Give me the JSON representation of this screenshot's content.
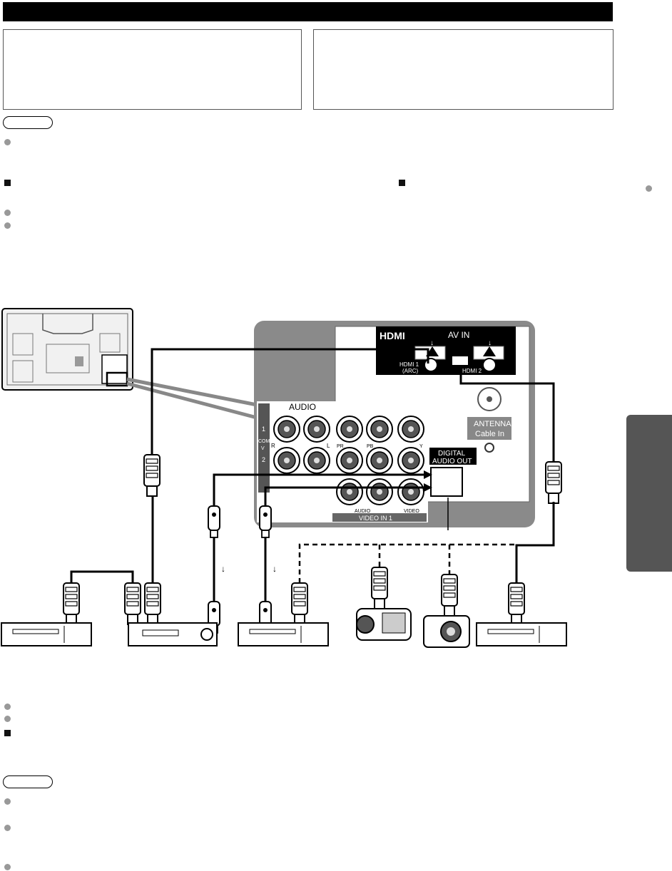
{
  "panel": {
    "hdmi_logo": "HDMI",
    "av_in": "AV IN",
    "hdmi1_label": "HDMI 1",
    "hdmi1_arc": "(ARC)",
    "hdmi2_label": "HDMI 2",
    "audio_label": "AUDIO",
    "antenna_label": "ANTENNA",
    "cable_in_label": "Cable In",
    "digital_audio_label": "DIGITAL",
    "audio_out_label": "AUDIO OUT",
    "component_label": "COMPONENT",
    "av_label": "V",
    "row1": "1",
    "row2": "2",
    "pb": "PB",
    "pr": "PR",
    "y": "Y",
    "r": "R",
    "l": "L",
    "audio_small": "AUDIO",
    "video_small": "VIDEO",
    "video_in_1": "VIDEO IN 1"
  },
  "arrows": {
    "down": "↓"
  },
  "colors": {
    "title_bar": "#000000",
    "panel_gray": "#8a8a8a",
    "side_tab": "#555555",
    "bullet_gray": "#999999"
  }
}
